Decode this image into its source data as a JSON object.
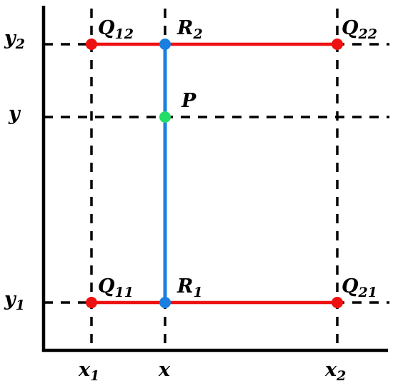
{
  "colors": {
    "axis": "#000000",
    "edge_horizontal": "#ee1111",
    "edge_vertical": "#1a7fe0",
    "point_q": "#ee1111",
    "point_r": "#1a7fe0",
    "point_p": "#22dd66"
  },
  "labels": {
    "q12": {
      "main": "Q",
      "sub": "12"
    },
    "q22": {
      "main": "Q",
      "sub": "22"
    },
    "q11": {
      "main": "Q",
      "sub": "11"
    },
    "q21": {
      "main": "Q",
      "sub": "21"
    },
    "r2": {
      "main": "R",
      "sub": "2"
    },
    "r1": {
      "main": "R",
      "sub": "1"
    },
    "p": {
      "main": "P"
    },
    "y2": {
      "main": "y",
      "sub": "2"
    },
    "y": {
      "main": "y"
    },
    "y1": {
      "main": "y",
      "sub": "1"
    },
    "x1": {
      "main": "x",
      "sub": "1"
    },
    "x": {
      "main": "x"
    },
    "x2": {
      "main": "x",
      "sub": "2"
    }
  }
}
